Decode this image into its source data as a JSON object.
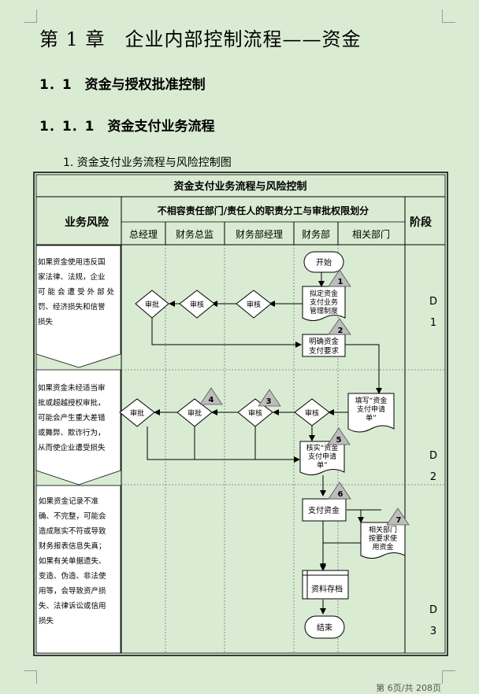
{
  "chapter_title": "第 1 章　企业内部控制流程——资金",
  "section_title": "1．1　资金与授权批准控制",
  "subsection_title": "1．1．1　资金支付业务流程",
  "figure_caption": "1. 资金支付业务流程与风险控制图",
  "table": {
    "title": "资金支付业务流程与风险控制",
    "risk_header": "业务风险",
    "duties_header": "不相容责任部门/责任人的职责分工与审批权限划分",
    "stage_header": "阶段",
    "roles": [
      "总经理",
      "财务总监",
      "财务部经理",
      "财务部",
      "相关部门"
    ],
    "stages": [
      {
        "id": "D",
        "num": "1"
      },
      {
        "id": "D",
        "num": "2"
      },
      {
        "id": "D",
        "num": "3"
      }
    ],
    "risks": [
      [
        "如果资金使用违反国",
        "家法律、法规，企业",
        "可 能 会 遭 受 外 部 处",
        "罚、经济损失和信誉",
        "损失"
      ],
      [
        "如果资金未经适当审",
        "批或超越授权审批，",
        "可能会产生重大差错",
        "或舞弊、欺诈行为，",
        "从而使企业遭受损失"
      ],
      [
        "如果资金记录不准",
        "确、不完整，可能会",
        "造成账实不符或导致",
        "财务报表信息失真；",
        "如果有关单据遗失、",
        "变造、伪造、非法使",
        "用等，会导致资产损",
        "失、法律诉讼或信用",
        "损失"
      ]
    ],
    "nodes": {
      "start": "开始",
      "draft": [
        "拟定资金",
        "支付业务",
        "管理制度"
      ],
      "clarify": [
        "明确资金",
        "支付要求"
      ],
      "fill": [
        "填写“资金",
        "支付申请",
        "单”"
      ],
      "verify": [
        "核实“资金",
        "支付申请",
        "单”"
      ],
      "pay": "支付资金",
      "use": [
        "相关部门",
        "按要求使",
        "用资金"
      ],
      "archive": "资料存档",
      "end": "结束",
      "approve": "审批",
      "review": "审核"
    },
    "markers": [
      "1",
      "2",
      "3",
      "4",
      "5",
      "6",
      "7"
    ]
  },
  "footer": "第 6页/共 208页"
}
